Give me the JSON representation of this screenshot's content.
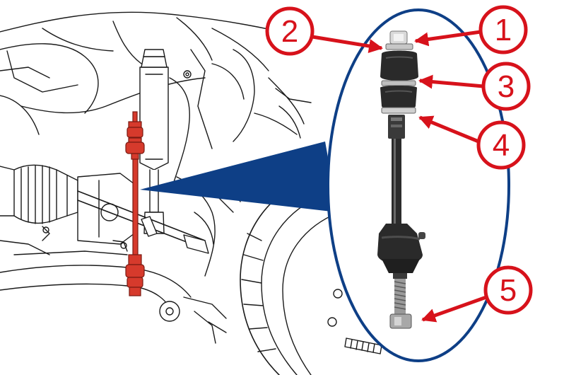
{
  "callouts": [
    {
      "id": "1",
      "label": "1"
    },
    {
      "id": "2",
      "label": "2"
    },
    {
      "id": "3",
      "label": "3"
    },
    {
      "id": "4",
      "label": "4"
    },
    {
      "id": "5",
      "label": "5"
    }
  ],
  "colors": {
    "callout_red": "#d7121b",
    "highlight_red": "#d63a2c",
    "zoom_blue": "#0e3f86",
    "line_art": "#1a1a1a",
    "rubber_bushing": "#2a2a2a",
    "metal": "#bfbfbf"
  },
  "icons": {
    "callout_marker": "circled-number",
    "pointer": "red-arrow"
  }
}
